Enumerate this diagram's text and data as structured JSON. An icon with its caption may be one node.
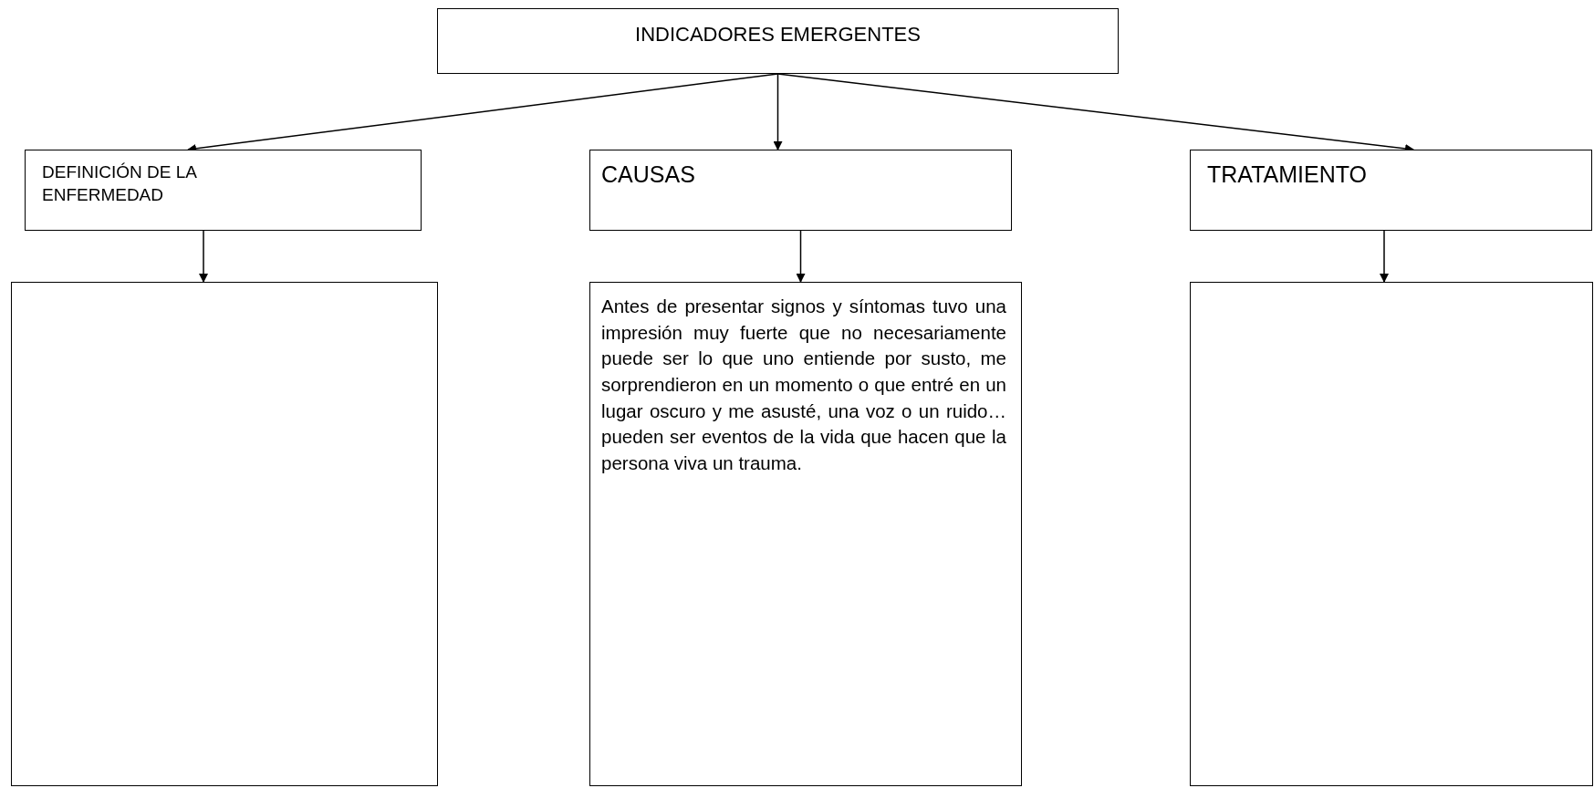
{
  "diagram": {
    "nodes": [
      {
        "text": [
          "INDICADORES EMERGENTES"
        ]
      },
      {
        "text": [
          "DEFINICIÓN DE LA ENFERMEDAD"
        ]
      },
      {
        "text": [
          "CAUSAS"
        ]
      },
      {
        "text": [
          "TRATAMIENTO"
        ]
      },
      {
        "text": [],
        "shape": "box"
      },
      {
        "text": [
          "Antes de presentar signos y síntomas tuvo una impresión muy fuerte que no necesariamente puede ser lo que uno entiende por susto, me sorprendieron en un momento o que entré en un lugar oscuro y me asusté, una voz o un ruido… pueden ser eventos de la vida que hacen que la persona viva un trauma."
        ]
      },
      {
        "text": [],
        "shape": "box"
      }
    ],
    "edges": [
      {
        "from": 0,
        "to": 1,
        "arrow": "to"
      },
      {
        "from": 0,
        "to": 2,
        "arrow": "to"
      },
      {
        "from": 0,
        "to": 3,
        "arrow": "to"
      },
      {
        "from": 1,
        "to": 4,
        "arrow": "to"
      },
      {
        "from": 2,
        "to": 5,
        "arrow": "to"
      },
      {
        "from": 3,
        "to": 6,
        "arrow": "to"
      }
    ]
  }
}
